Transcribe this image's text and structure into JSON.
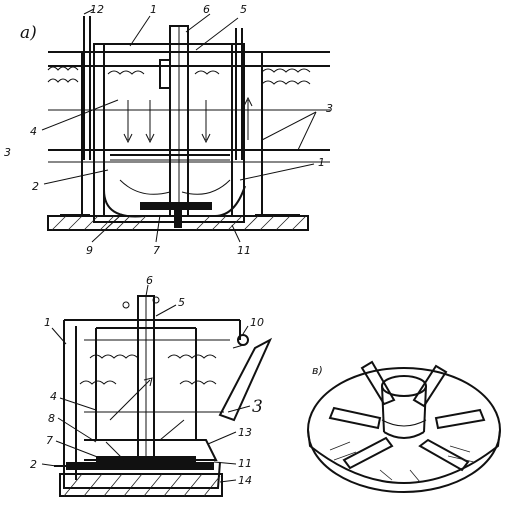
{
  "figure_a": {
    "panel_letter": "a)",
    "labels": {
      "l12": "12",
      "l1": "1",
      "l6": "6",
      "l5": "5",
      "l4": "4",
      "l3_left": "3",
      "l3_right": "3",
      "l2": "2",
      "l1_right": "1",
      "l9": "9",
      "l7": "7",
      "l11": "11"
    }
  },
  "figure_b": {
    "labels": {
      "l6": "6",
      "l5": "5",
      "l1": "1",
      "l10": "10",
      "l4": "4",
      "l3": "3",
      "l8": "8",
      "l7": "7",
      "l13": "13",
      "l2": "2",
      "l11": "11",
      "l14": "14"
    }
  },
  "figure_c": {
    "panel_letter": "в)"
  }
}
